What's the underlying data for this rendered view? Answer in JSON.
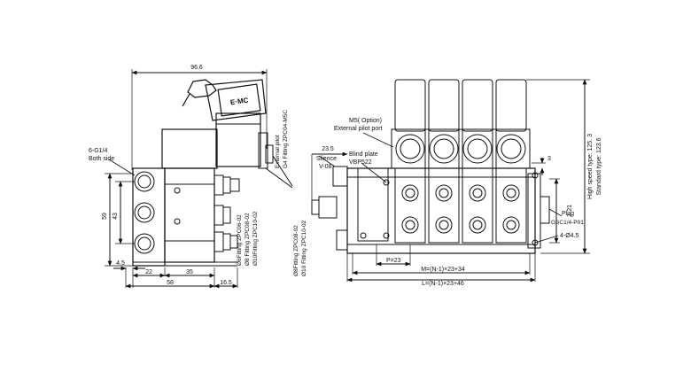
{
  "side_view": {
    "brand": "E·MC",
    "dim_width_total": "96.6",
    "dim_height_59": "59",
    "dim_height_43": "43",
    "dim_4_5": "4.5",
    "dim_22": "22",
    "dim_35": "35",
    "dim_58": "58",
    "dim_16_5": "16.5",
    "port_label_line1": "6-G1/4",
    "port_label_line2": "Both side",
    "ext_pilot_line1": "External pilot",
    "ext_pilot_line2": "G4 Fitting ZPC04-M5C",
    "fitting_a_line1": "Ø6Fitting ZPC06-02",
    "fitting_a_line2": "Ø8 Fitting ZPC08-02",
    "fitting_a_line3": "Ø10Fitting ZPC10-02"
  },
  "front_view": {
    "fitting_b_line1": "Ø8Fitting ZPC08-02",
    "fitting_b_line2": "Ø10 Fitting ZPC10-02",
    "dim_23_5": "23.5",
    "silence_line1": "Slience",
    "silence_line2": "V-08",
    "m5_line1": "M5( Option)",
    "m5_line2": "External pilot port",
    "blind_line1": "Blind plate",
    "blind_line2": "VBP522",
    "dim_3": "3",
    "dim_2_21": "2-21",
    "plug_line1": "Plug",
    "plug_line2": "GSC1/4-P01",
    "holes": "4-Ø4.5",
    "pitch": "P=23",
    "dim_M": "M=(N-1)×23+34",
    "dim_L": "L=(N-1)×23+46",
    "high_speed": "High speed type: 125. 3",
    "standard": "Standard type: 123.6"
  }
}
